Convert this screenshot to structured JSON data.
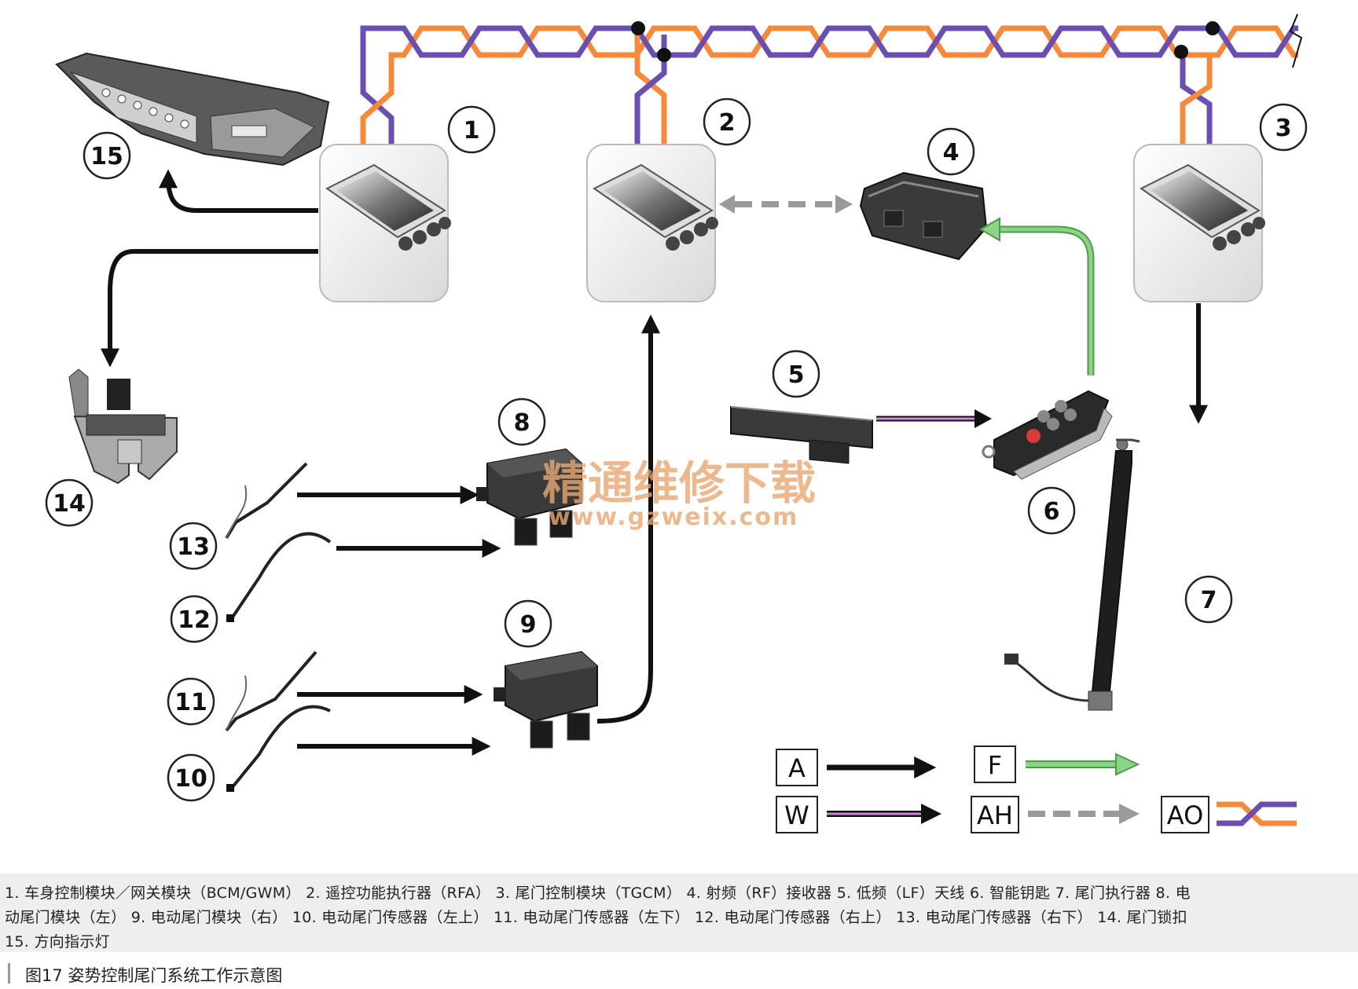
{
  "nodes": [
    {
      "id": "1",
      "label": "1"
    },
    {
      "id": "2",
      "label": "2"
    },
    {
      "id": "3",
      "label": "3"
    },
    {
      "id": "4",
      "label": "4"
    },
    {
      "id": "5",
      "label": "5"
    },
    {
      "id": "6",
      "label": "6"
    },
    {
      "id": "7",
      "label": "7"
    },
    {
      "id": "8",
      "label": "8"
    },
    {
      "id": "9",
      "label": "9"
    },
    {
      "id": "10",
      "label": "10"
    },
    {
      "id": "11",
      "label": "11"
    },
    {
      "id": "12",
      "label": "12"
    },
    {
      "id": "13",
      "label": "13"
    },
    {
      "id": "14",
      "label": "14"
    },
    {
      "id": "15",
      "label": "15"
    }
  ],
  "legend": {
    "A": "A",
    "F": "F",
    "W": "W",
    "AH": "AH",
    "AO": "AO"
  },
  "colors": {
    "bus_orange": "#f58a3c",
    "bus_purple": "#6a4fb0",
    "hardwire": "#111111",
    "rf": "#79c276",
    "lf": "#b56bbf",
    "lin_dashed": "#9a9a9a"
  },
  "watermark": {
    "cn": "精通维修下载",
    "en": "www.gzweix.com"
  },
  "caption": {
    "line1": "1. 车身控制模块／网关模块（BCM/GWM） 2. 遥控功能执行器（RFA） 3. 尾门控制模块（TGCM） 4. 射频（RF）接收器 5. 低频（LF）天线  6. 智能钥匙  7. 尾门执行器  8. 电",
    "line2": "动尾门模块（左） 9. 电动尾门模块（右）  10. 电动尾门传感器（左上） 11. 电动尾门传感器（左下）  12. 电动尾门传感器（右上） 13. 电动尾门传感器（右下）  14. 尾门锁扣",
    "line3": "15. 方向指示灯"
  },
  "figure_title": "图17   姿势控制尾门系统工作示意图"
}
